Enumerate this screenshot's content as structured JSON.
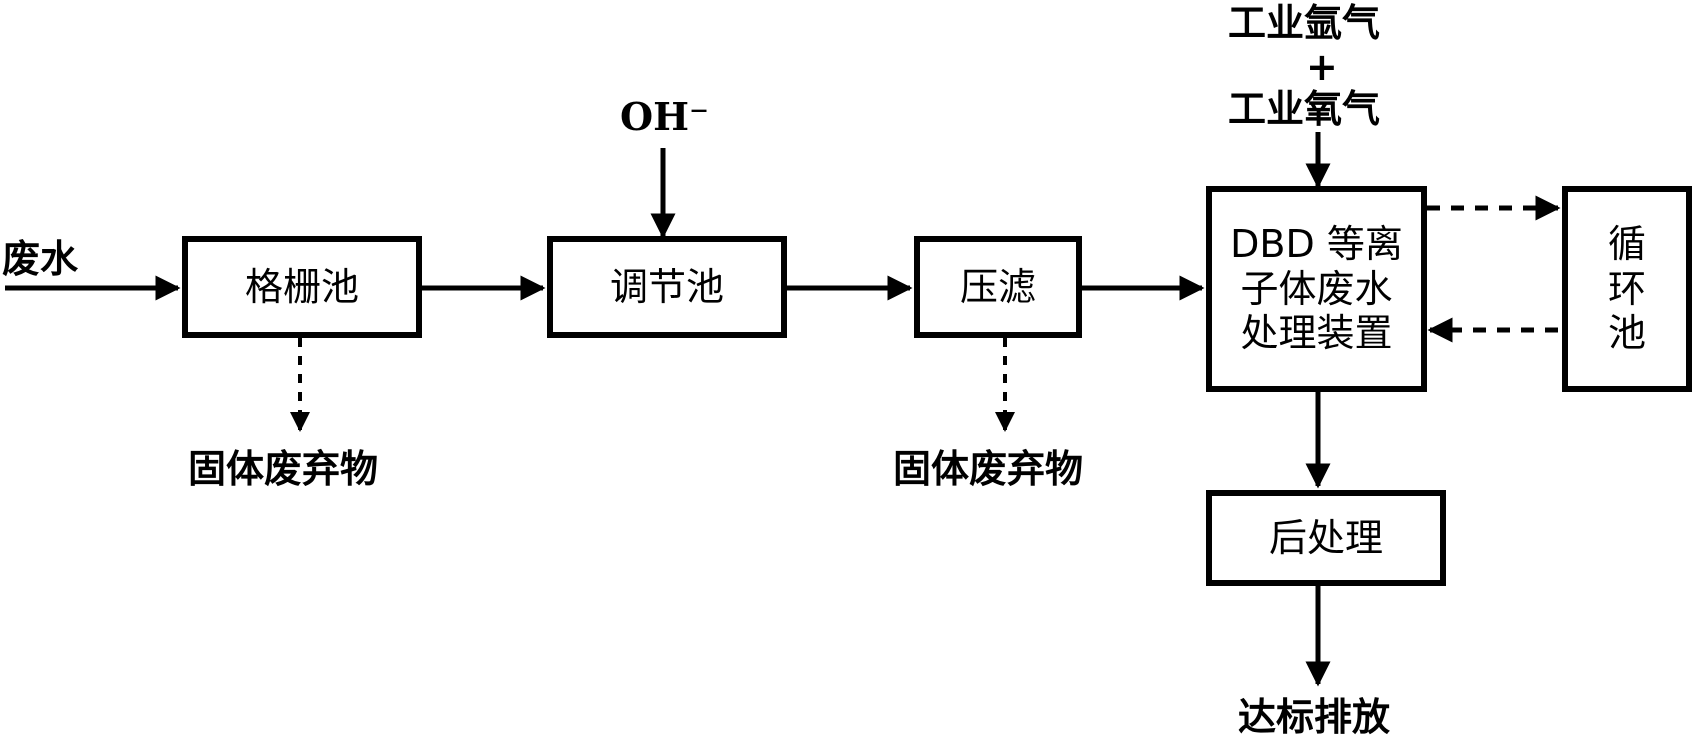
{
  "inputs": {
    "wastewater": "废水",
    "alkali": "OH⁻",
    "gas_line1": "工业氩气",
    "gas_plus": "+",
    "gas_line2": "工业氧气"
  },
  "boxes": {
    "grid_tank": "格栅池",
    "regulating_tank": "调节池",
    "filter_press": "压滤",
    "dbd_line1": "DBD 等离",
    "dbd_line2": "子体废水",
    "dbd_line3": "处理装置",
    "circulation_line1": "循",
    "circulation_line2": "环",
    "circulation_line3": "池",
    "post_treatment": "后处理"
  },
  "outputs": {
    "solid_waste_1": "固体废弃物",
    "solid_waste_2": "固体废弃物",
    "discharge": "达标排放"
  }
}
